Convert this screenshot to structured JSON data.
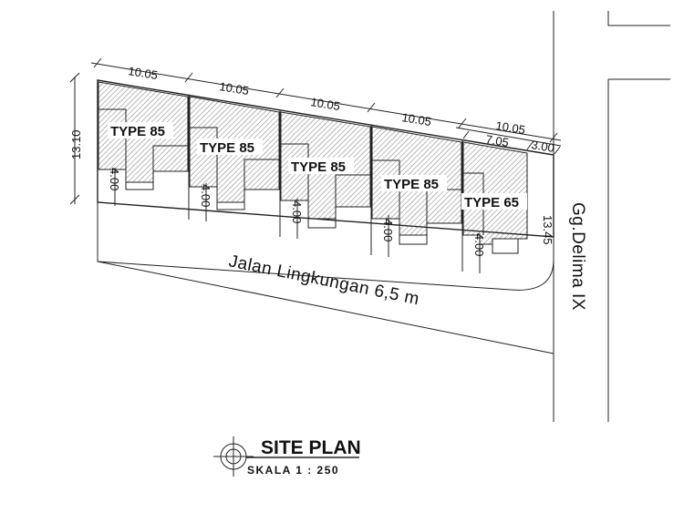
{
  "lot_widths": [
    "10.05",
    "10.05",
    "10.05",
    "10.05",
    "10.05"
  ],
  "last_lot_split": [
    "7.05",
    "3.00"
  ],
  "depth_left": "13.10",
  "depth_right": "13.45",
  "setbacks": [
    "4.00",
    "4.00",
    "4.00",
    "4.00",
    "4.00"
  ],
  "house_types": [
    "TYPE 85",
    "TYPE 85",
    "TYPE 85",
    "TYPE 85",
    "TYPE 65"
  ],
  "street_name": "Jalan Lingkungan 6,5 m",
  "side_street": "Gg.Delima IX",
  "title": "SITE PLAN",
  "scale_text": "SKALA  1  :  250"
}
